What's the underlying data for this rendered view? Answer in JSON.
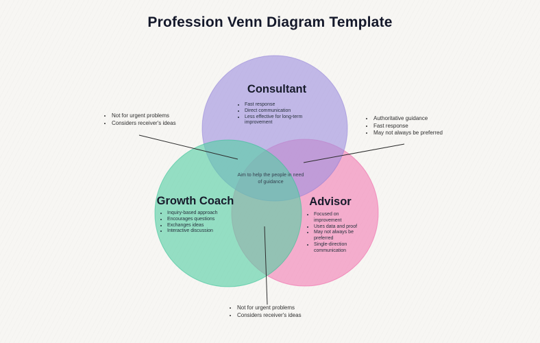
{
  "title": "Profession Venn Diagram Template",
  "colors": {
    "consultant": "#9F92DE",
    "consultant_stroke": "#8A77D6",
    "coach": "#57CEA4",
    "coach_stroke": "#2FBF92",
    "advisor": "#F280B4",
    "advisor_stroke": "#EE5FA4",
    "annotation_line": "#2b2b2b"
  },
  "circles": {
    "consultant": {
      "label": "Consultant",
      "items": [
        "Fast response",
        "Direct communication",
        "Less effective for long-term improvement"
      ]
    },
    "coach": {
      "label": "Growth Coach",
      "items": [
        "Inquiry-based approach",
        "Encourages questions",
        "Exchanges ideas",
        "Interactive discussion"
      ]
    },
    "advisor": {
      "label": "Advisor",
      "items": [
        "Focused on improvement",
        "Uses data and proof",
        "May not always be preferred",
        "Single-direction communication"
      ]
    }
  },
  "center": {
    "text": "Aim to help the people in need of guidance"
  },
  "annotations": {
    "left": {
      "items": [
        "Not for urgent problems",
        "Considers receiver's ideas"
      ]
    },
    "right": {
      "items": [
        "Authoritative guidance",
        "Fast response",
        "May not always be preferred"
      ]
    },
    "bottom": {
      "items": [
        "Not for urgent problems",
        "Considers receiver's ideas"
      ]
    }
  }
}
